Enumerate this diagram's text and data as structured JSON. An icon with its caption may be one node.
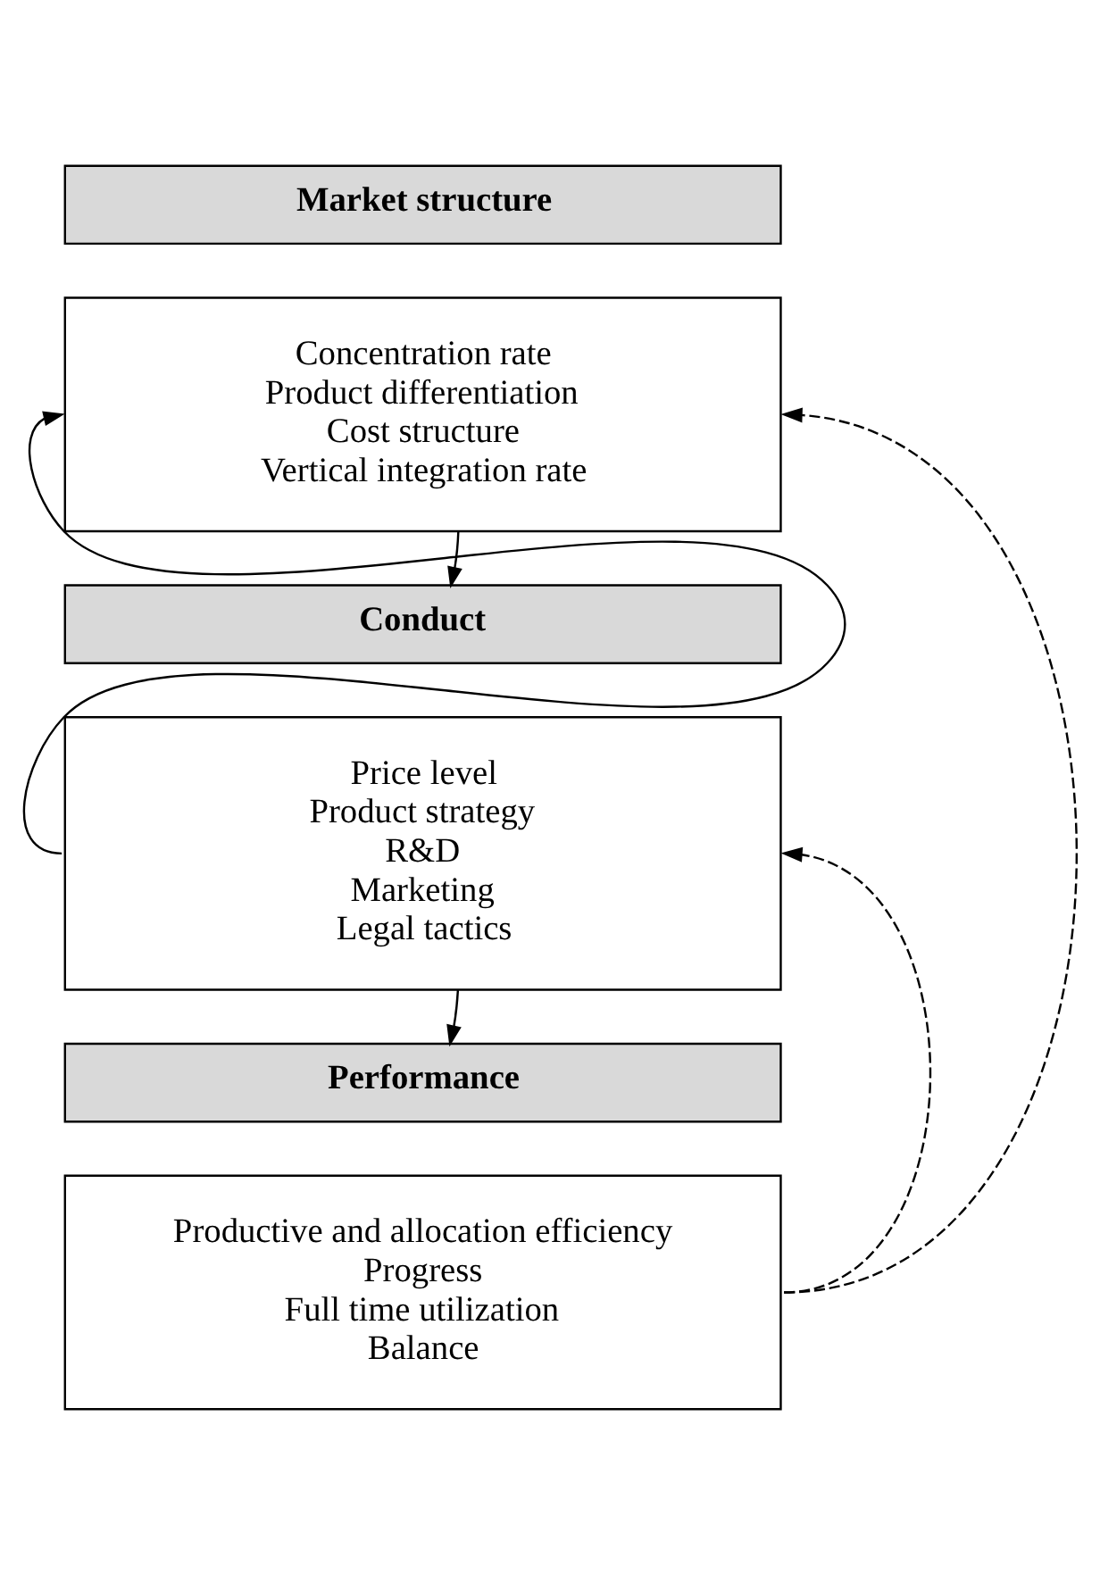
{
  "diagram": {
    "nodes": [
      {
        "text": [
          "Market structure"
        ]
      },
      {
        "text": [
          "Concentration rate",
          "Product differentiation",
          "Cost structure",
          "Vertical integration rate"
        ]
      },
      {
        "text": [
          "Conduct"
        ]
      },
      {
        "text": [
          "Price level",
          "Product strategy",
          "R&D",
          "Marketing",
          "Legal tactics"
        ]
      },
      {
        "text": [
          "Performance"
        ]
      },
      {
        "text": [
          "Productive and allocation efficiency",
          "Progress",
          "Full time utilization",
          "Balance"
        ]
      }
    ],
    "edges": [
      {
        "from": 1,
        "to": 2,
        "arrow": "to"
      },
      {
        "from": 3,
        "to": 4,
        "arrow": "to"
      },
      {
        "from": 3,
        "to": 1,
        "arrow": "to"
      },
      {
        "from": 5,
        "to": 3,
        "arrow": "to",
        "style": "dashed"
      },
      {
        "from": 5,
        "to": 1,
        "arrow": "to",
        "style": "dashed"
      }
    ]
  }
}
